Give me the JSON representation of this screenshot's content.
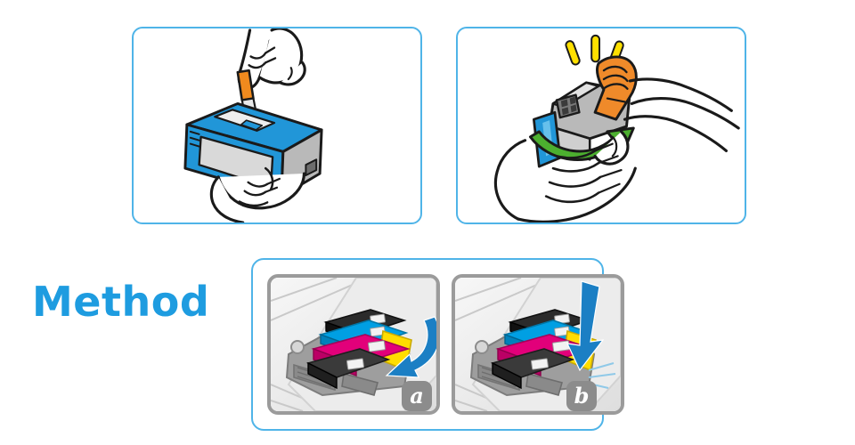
{
  "document": {
    "title": "Method",
    "background_color": "#ffffff",
    "accent_color": "#1e9ce0",
    "panel_border_color": "#4fb4e8"
  },
  "heading": {
    "label": "Method",
    "color": "#1e9ce0"
  },
  "panels": [
    {
      "id": "panel-1",
      "name": "remove-protective-tape-panel",
      "description": "Hands holding a cyan ink cartridge while pulling the orange protective tab off the top",
      "colors": {
        "cartridge_body": "#2196d8",
        "cartridge_face": "#d9d9d9",
        "pull_tab": "#f08a1e",
        "outline": "#1a1a1a"
      }
    },
    {
      "id": "panel-2",
      "name": "remove-orange-cap-panel",
      "description": "Hands twisting and removing the orange protective cap from the cartridge; yellow action burst above",
      "colors": {
        "cap": "#ef8a2a",
        "twist_arrow": "#4caf2f",
        "burst": "#ffe000",
        "cartridge_tab": "#2196d8",
        "cartridge_body": "#b5b5b5"
      }
    },
    {
      "id": "panel-3",
      "name": "install-cartridge-panel",
      "description": "Two framed sub-steps showing the cartridge being slid into the printhead carriage and pressed down",
      "subpanels": [
        {
          "badge": "a",
          "name": "slide-cartridge-into-slot",
          "description": "Blue arrow pointing into the carriage slot next to the installed magenta, cyan, yellow and black cartridges"
        },
        {
          "badge": "b",
          "name": "press-cartridge-down",
          "description": "Blue arrow pressing straight down onto the seated cartridge until it clicks into place"
        }
      ],
      "cartridge_colors": {
        "magenta": "#e2007a",
        "cyan": "#009fe3",
        "yellow": "#ffdd00",
        "black": "#1a1a1a"
      },
      "arrow_color": "#1b7fc4",
      "frame_color": "#9b9b9b",
      "badge_color": "#8c8c8c"
    }
  ]
}
